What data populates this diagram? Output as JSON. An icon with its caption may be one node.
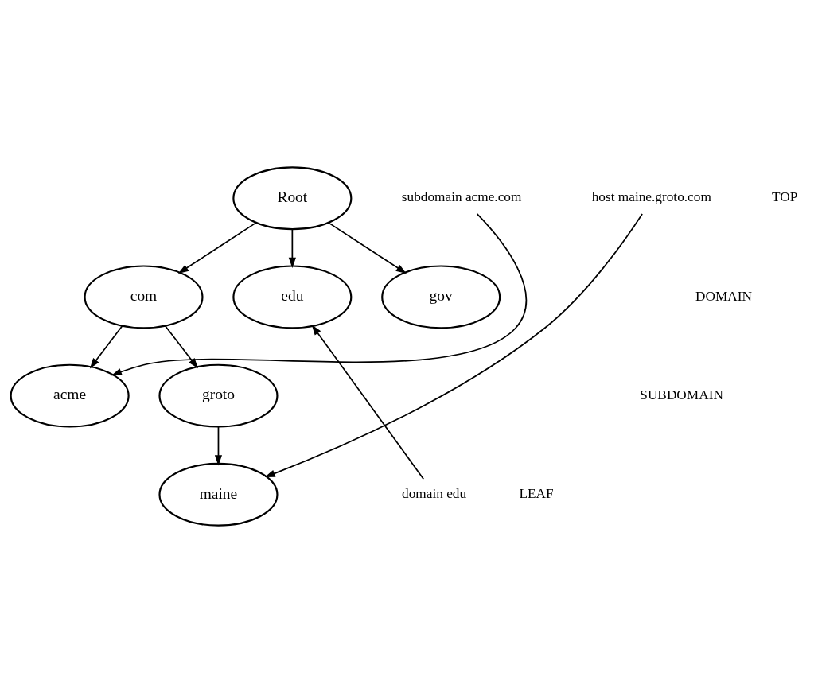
{
  "diagram": {
    "nodes": [
      {
        "text": [
          "Root"
        ]
      },
      {
        "text": [
          "com"
        ]
      },
      {
        "text": [
          "edu"
        ]
      },
      {
        "text": [
          "gov"
        ]
      },
      {
        "text": [
          "acme"
        ]
      },
      {
        "text": [
          "groto"
        ]
      },
      {
        "text": [
          "maine"
        ]
      },
      {
        "text": [
          "domain edu"
        ]
      },
      {
        "text": [
          "host maine.groto.com"
        ]
      },
      {
        "text": [
          "subdomain acme.com"
        ]
      }
    ],
    "edges": [
      {
        "from": 0,
        "to": 1,
        "arrow": "to"
      },
      {
        "from": 0,
        "to": 2,
        "arrow": "to"
      },
      {
        "from": 0,
        "to": 3,
        "arrow": "to"
      },
      {
        "from": 1,
        "to": 4,
        "arrow": "to"
      },
      {
        "from": 1,
        "to": 5,
        "arrow": "to"
      },
      {
        "from": 5,
        "to": 6,
        "arrow": "to"
      },
      {
        "from": 7,
        "to": 2,
        "arrow": "to"
      },
      {
        "from": 8,
        "to": 6,
        "arrow": "to"
      },
      {
        "from": 9,
        "to": 4,
        "arrow": "to"
      }
    ],
    "labels": [
      "TOP",
      "DOMAIN",
      "SUBDOMAIN",
      "LEAF"
    ]
  }
}
